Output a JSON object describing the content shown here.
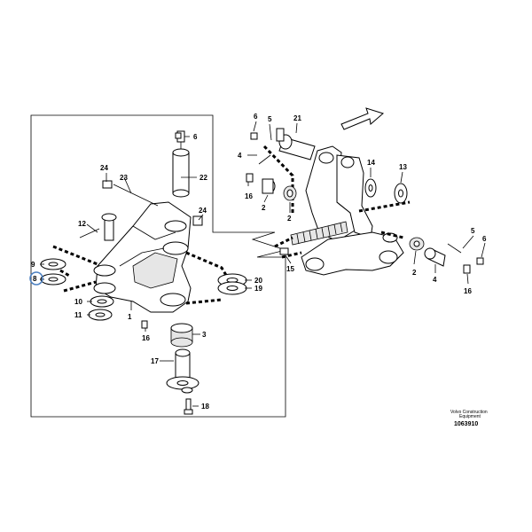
{
  "callouts": {
    "c1": "1",
    "c2": "2",
    "c2b": "2",
    "c3": "3",
    "c4": "4",
    "c4b": "4",
    "c5": "5",
    "c5b": "5",
    "c6": "6",
    "c6b": "6",
    "c6c": "6",
    "c8": "8",
    "c9": "9",
    "c10": "10",
    "c11": "11",
    "c12": "12",
    "c13": "13",
    "c14": "14",
    "c15": "15",
    "c16": "16",
    "c16b": "16",
    "c16c": "16",
    "c17": "17",
    "c18": "18",
    "c19": "19",
    "c20": "20",
    "c21": "21",
    "c22": "22",
    "c23": "23",
    "c24": "24",
    "c24b": "24"
  },
  "caption": {
    "line1": "Volvo Construction",
    "line2": "Equipment",
    "ref": "1063910"
  },
  "highlight_color": "#4a7fc1"
}
